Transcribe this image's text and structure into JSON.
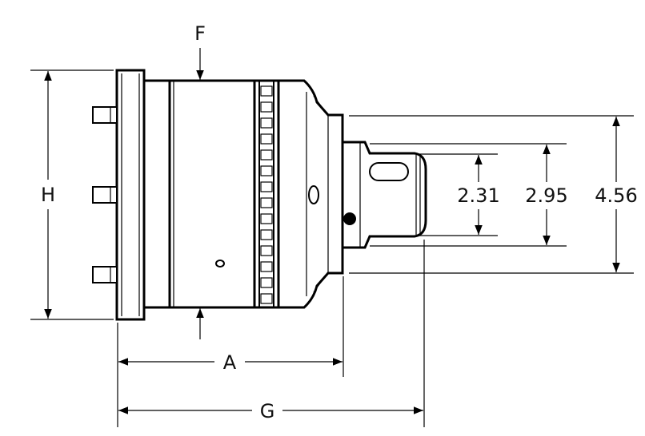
{
  "labels": {
    "F": "F",
    "H": "H",
    "A": "A",
    "G": "G",
    "dim_inner": "2.31",
    "dim_middle": "2.95",
    "dim_outer": "4.56"
  }
}
